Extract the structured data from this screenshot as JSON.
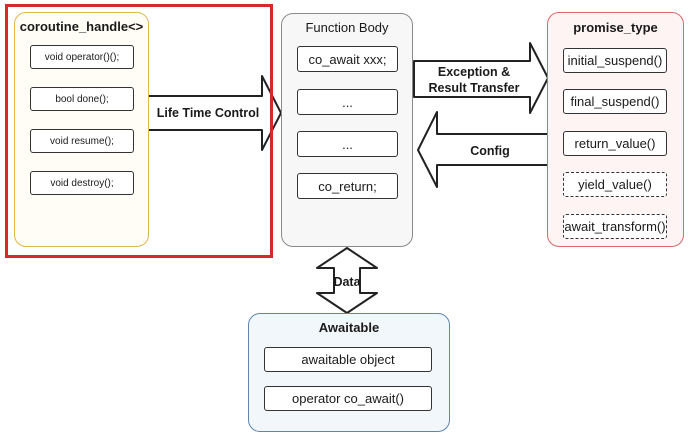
{
  "handle": {
    "title": "coroutine_handle<>",
    "items": [
      "void operator()();",
      "bool done();",
      "void resume();",
      "void destroy();"
    ]
  },
  "function_body": {
    "title": "Function Body",
    "items": [
      "co_await xxx;",
      "...",
      "...",
      "co_return;"
    ]
  },
  "promise": {
    "title": "promise_type",
    "items": [
      "initial_suspend()",
      "final_suspend()",
      "return_value()",
      "yield_value()",
      "await_transform()"
    ]
  },
  "awaitable": {
    "title": "Awaitable",
    "items": [
      "awaitable object",
      "operator co_await()"
    ]
  },
  "arrows": {
    "lifetime": "Life Time Control",
    "exception_line1": "Exception &",
    "exception_line2": "Result Transfer",
    "config": "Config",
    "data": "Data"
  },
  "colors": {
    "handle_border": "#e0b74e",
    "highlight_border": "#d42a2a",
    "function_border": "#8a8a8a",
    "promise_border": "#d76a6a",
    "awaitable_border": "#5d86b4"
  }
}
